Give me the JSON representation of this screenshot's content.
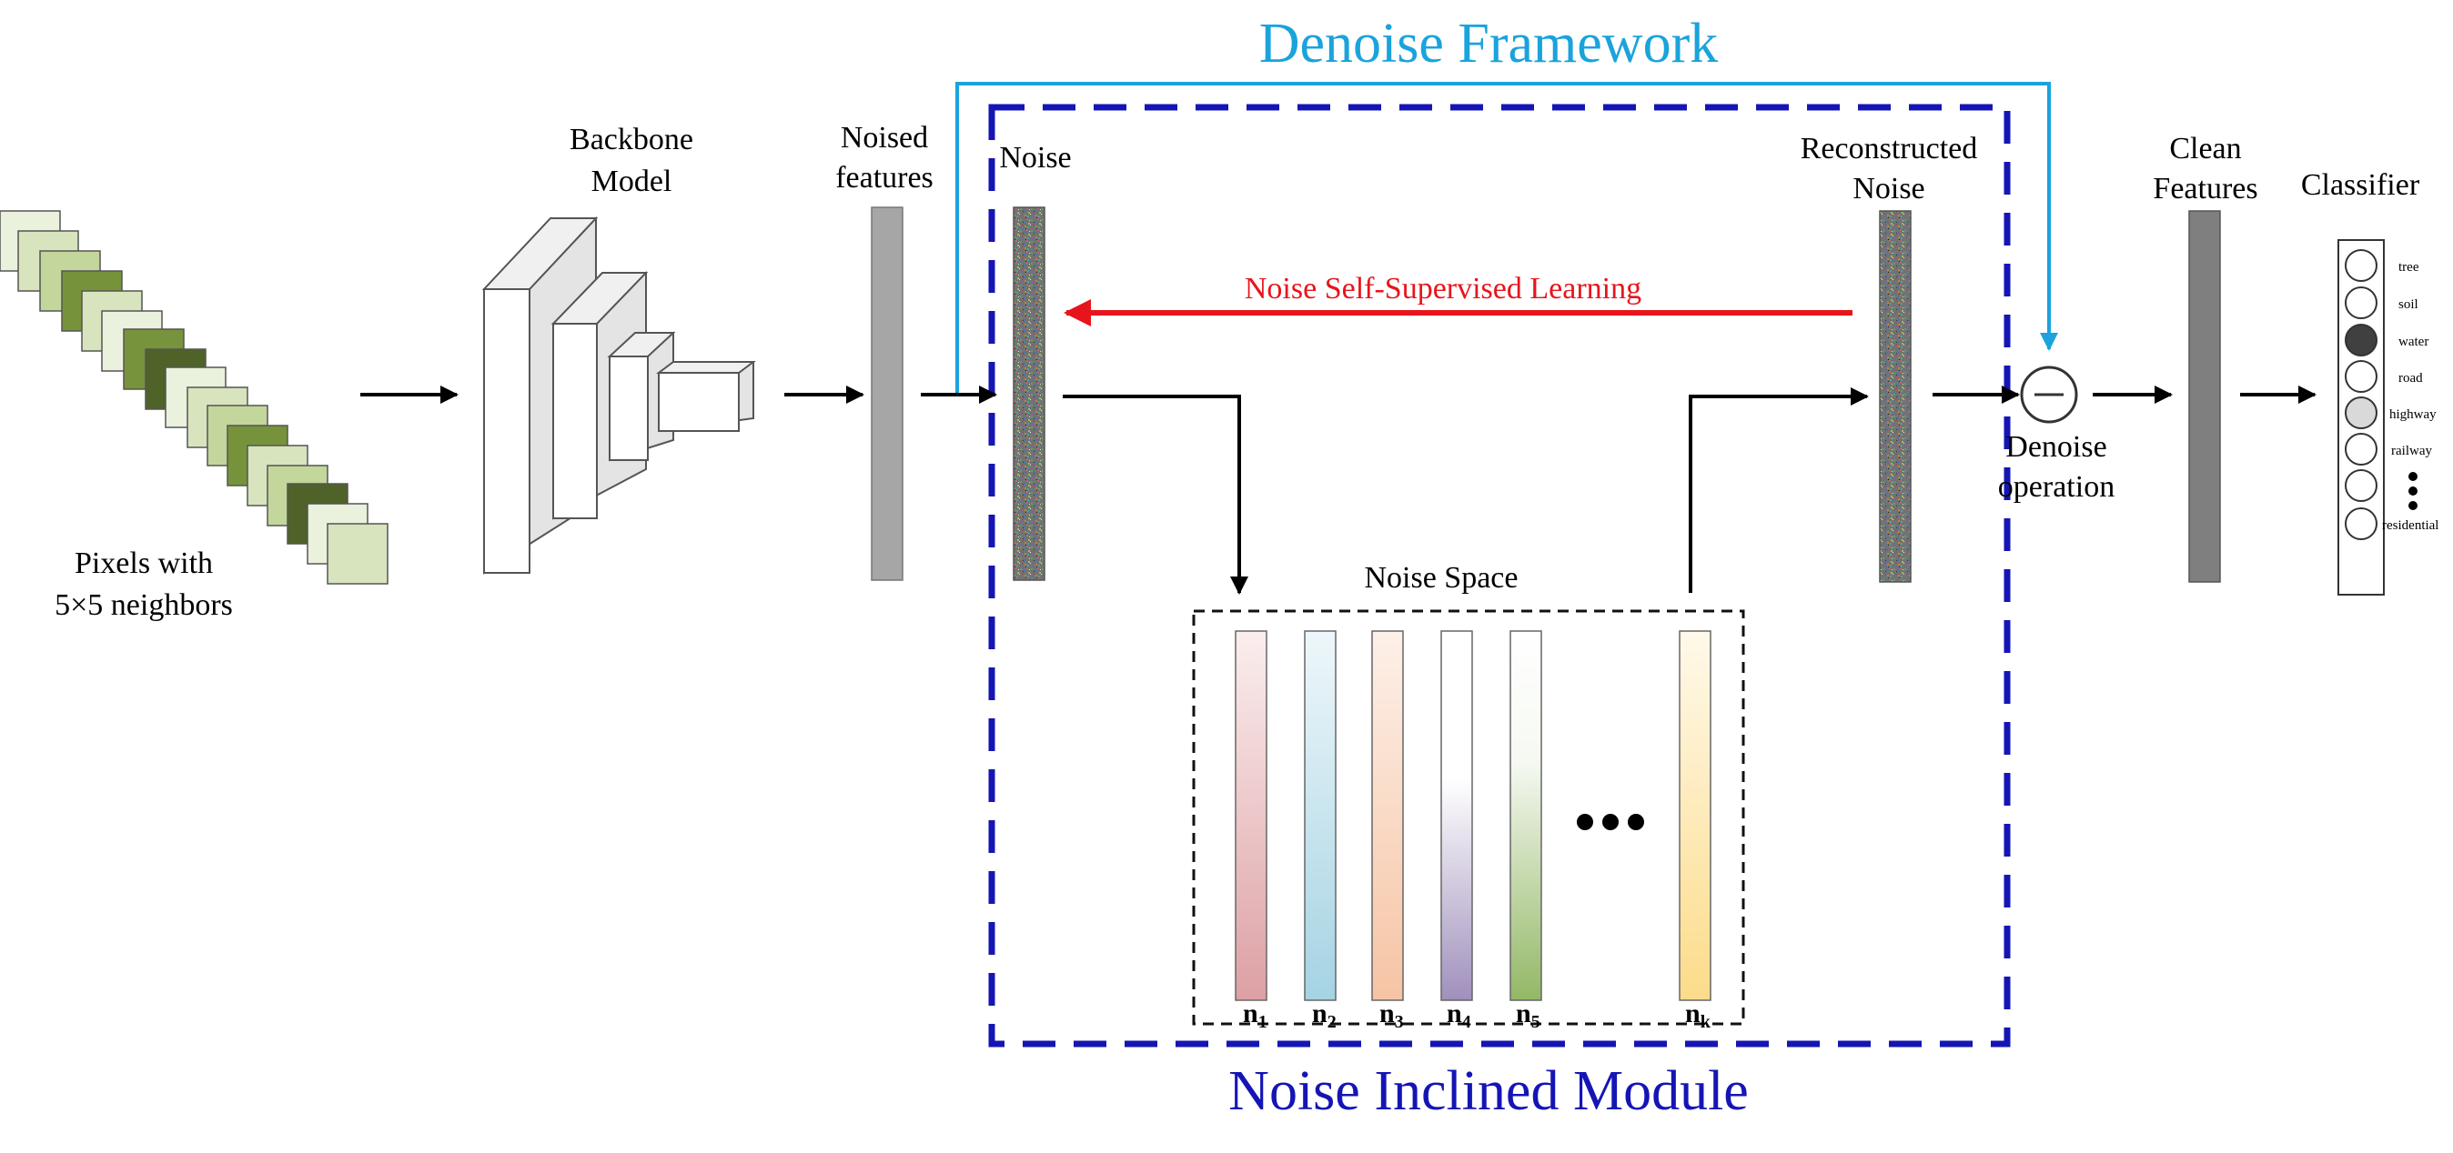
{
  "title_top": "Denoise Framework",
  "title_bottom": "Noise Inclined Module",
  "input": {
    "line1": "Pixels with",
    "line2": "5×5 neighbors"
  },
  "backbone": {
    "line1": "Backbone",
    "line2": "Model"
  },
  "noised_features": {
    "line1": "Noised",
    "line2": "features"
  },
  "noise_label": "Noise",
  "reconstructed": {
    "line1": "Reconstructed",
    "line2": "Noise"
  },
  "ssl_label": "Noise Self-Supervised Learning",
  "noise_space_label": "Noise Space",
  "noise_bars": [
    {
      "name": "n",
      "sub": "1"
    },
    {
      "name": "n",
      "sub": "2"
    },
    {
      "name": "n",
      "sub": "3"
    },
    {
      "name": "n",
      "sub": "4"
    },
    {
      "name": "n",
      "sub": "5"
    },
    {
      "name": "n",
      "sub": "k"
    }
  ],
  "denoise_op": {
    "line1": "Denoise",
    "line2": "operation"
  },
  "clean_features": {
    "line1": "Clean",
    "line2": "Features"
  },
  "classifier_label": "Classifier",
  "classes": [
    "tree",
    "soil",
    "water",
    "road",
    "highway",
    "railway",
    "residential"
  ],
  "colors": {
    "framework": "#1aa3dc",
    "module": "#1515b5",
    "ssl": "#e8141c",
    "noised_bar": "#a6a6a6",
    "clean_bar": "#7f7f7f"
  }
}
